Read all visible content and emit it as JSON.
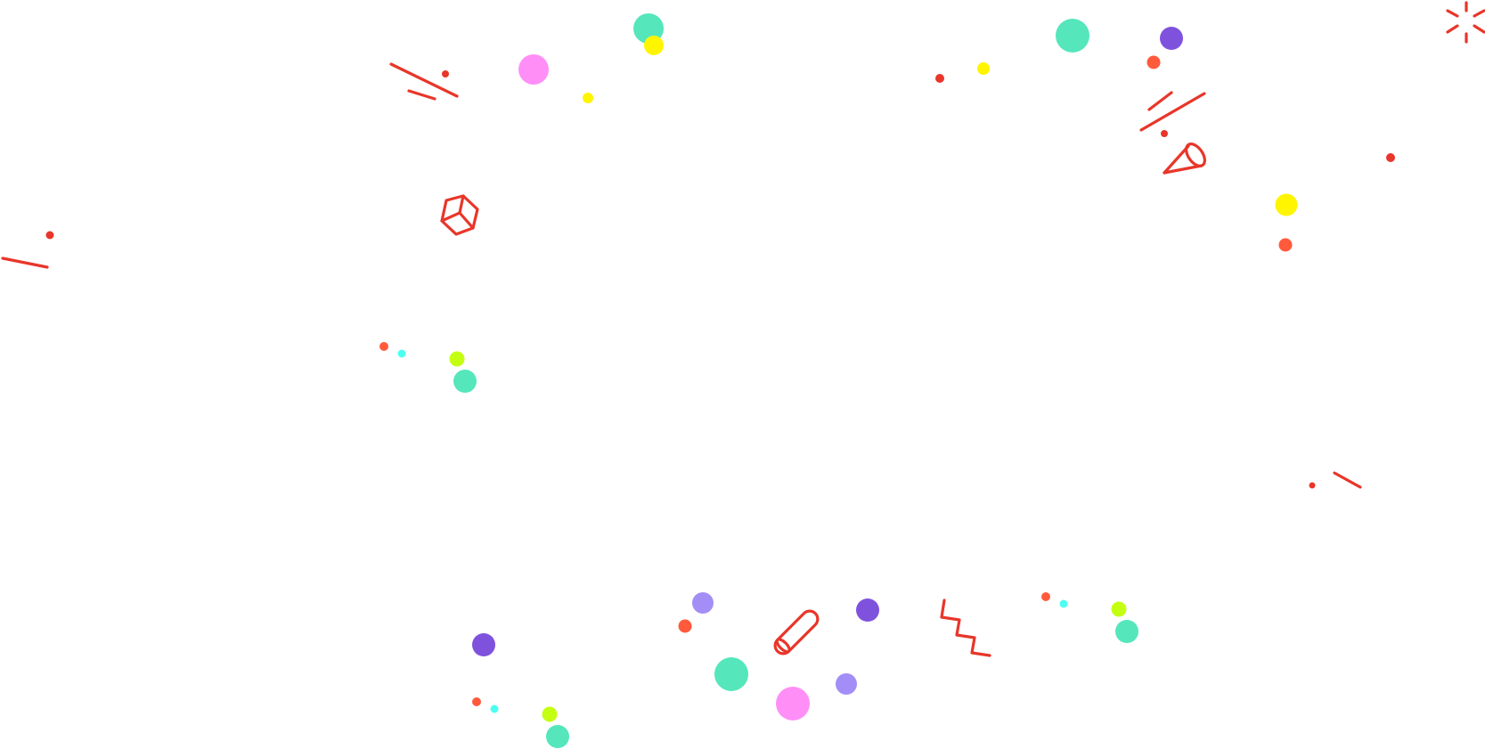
{
  "palette": {
    "mint": "#55E6BC",
    "pink": "#FF8FF7",
    "yellow": "#FFF500",
    "purple": "#7F52DE",
    "lavender": "#A38EF7",
    "coral": "#FF5A3C",
    "red": "#E8362A",
    "cyan": "#4DFFF0",
    "lime": "#C4FF12"
  },
  "decoration": {
    "type": "confetti",
    "dot_colors": [
      "mint",
      "pink",
      "yellow",
      "purple",
      "lavender",
      "coral",
      "cyan",
      "lime"
    ],
    "line_color": "red",
    "glyph_icons": [
      "cube-icon",
      "cone-icon",
      "cylinder-icon",
      "zigzag-icon",
      "sparkle-icon",
      "slash-lines-icon"
    ]
  }
}
